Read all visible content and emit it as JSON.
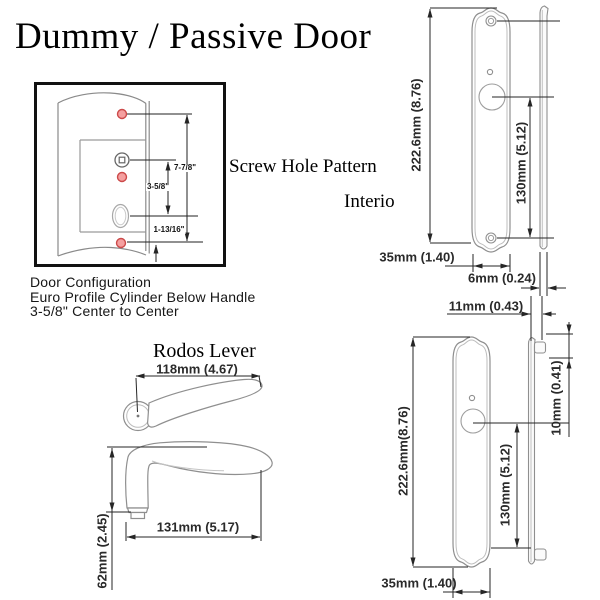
{
  "title": "Dummy / Passive Door",
  "pattern_box": {
    "heading": "Screw Hole Pattern",
    "dim_top_to_bottom": "7-7/8\"",
    "dim_center_to_center": "3-5/8\"",
    "dim_cylinder_to_bottom": "1-13/16\""
  },
  "interior_label": "Interio",
  "door_config": {
    "line1": "Door Configuration",
    "line2": "Euro Profile Cylinder Below Handle",
    "line3": "3-5/8\" Center to Center"
  },
  "lever": {
    "name": "Rodos Lever",
    "dim_length_top": "118mm (4.67)",
    "dim_length_side": "131mm (5.17)",
    "dim_height": "62mm (2.45)"
  },
  "plate_top": {
    "dim_height": "222.6mm (8.76)",
    "dim_hole_spacing": "130mm (5.12)",
    "dim_width": "35mm (1.40)",
    "dim_thickness": "6mm (0.24)"
  },
  "plate_bottom": {
    "dim_depth": "11mm (0.43)",
    "dim_clip": "10mm (0.41)",
    "dim_height": "222.6mm(8.76)",
    "dim_hole_spacing": "130mm (5.12)",
    "dim_width": "35mm (1.40)"
  }
}
